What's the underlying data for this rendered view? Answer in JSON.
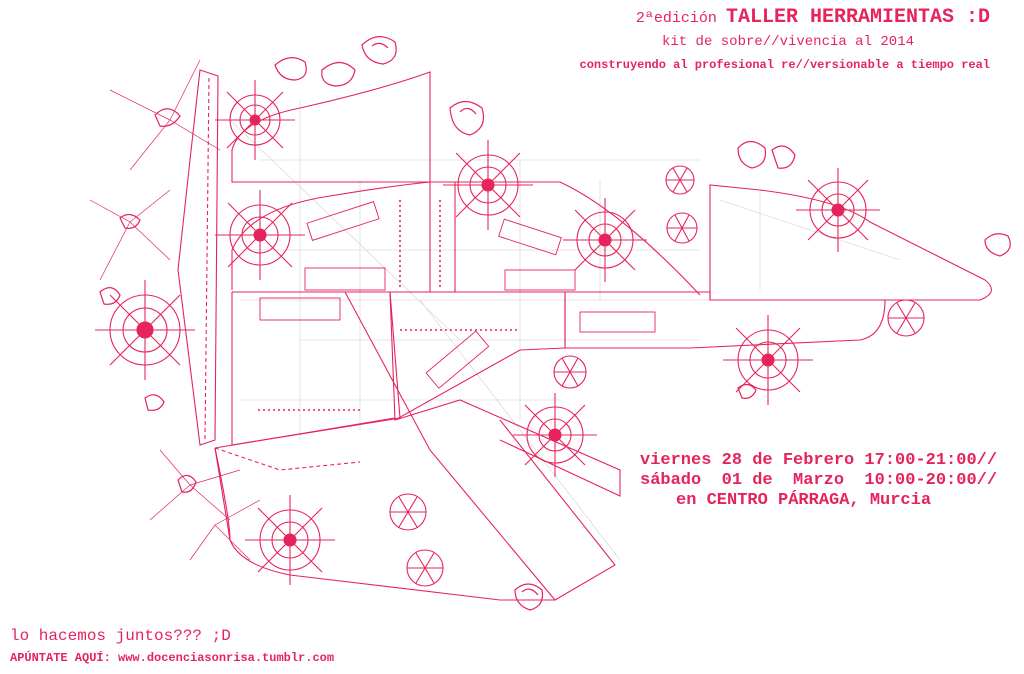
{
  "header": {
    "edition": "2ªedición",
    "title": "TALLER HERRAMIENTAS :D",
    "subtitle": "kit de sobre//vivencia al 2014",
    "tagline": "construyendo al profesional re//versionable a tiempo real"
  },
  "schedule": {
    "line1": "viernes 28 de Febrero 17:00-21:00//",
    "line2": "sábado  01 de  Marzo  10:00-20:00//",
    "line3": "en CENTRO PÁRRAGA, Murcia"
  },
  "footer": {
    "question": "lo hacemos juntos??? ;D",
    "signup": "APÚNTATE AQUÍ: www.docenciasonrisa.tumblr.com"
  },
  "colors": {
    "ink": "#e6245c",
    "background": "#ffffff",
    "faint_lines": "#dcdcdc"
  }
}
